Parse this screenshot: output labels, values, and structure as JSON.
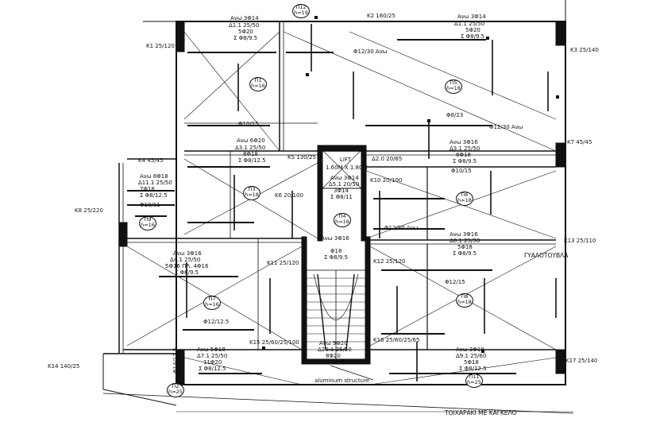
{
  "beams": {
    "k1": "K1 25/120",
    "k2": "K2 160/25",
    "k3": "K3 25/140",
    "k4": "K4 45/45",
    "k5": "K5 130/25",
    "k6": "K6 20/100",
    "k7": "K7 45/45",
    "k8": "K8 25/220",
    "k10": "K10 20/100",
    "k11": "K11 25/120",
    "k12": "K12 25/120",
    "k13": "K13 25/110",
    "k14": "K14 140/25",
    "k15": "K15 25/60/25/100",
    "k16": "K16 25/60/25/65",
    "k17": "K17 25/140"
  },
  "slabs": {
    "p1": {
      "name": "Π1",
      "h": "h=16"
    },
    "p2": {
      "name": "Π2",
      "h": "h=25"
    },
    "p3": {
      "name": "Π3",
      "h": "h=18"
    },
    "p4": {
      "name": "Π4",
      "h": "h=16"
    },
    "p5": {
      "name": "Π5",
      "h": "h=18"
    },
    "p6": {
      "name": "Π6",
      "h": "h=18"
    },
    "p7": {
      "name": "Π7",
      "h": "h=16"
    },
    "p8": {
      "name": "Π8",
      "h": "h=18"
    },
    "p9": {
      "name": "Π9",
      "h": "h=16"
    },
    "p11": {
      "name": "Π11",
      "h": "h=25"
    },
    "p12": {
      "name": "Π12",
      "h": "h=19"
    }
  },
  "reinforcement": {
    "top_l_1": "Ανω 3Φ14",
    "top_l_2": "Δ1.1  25/50",
    "top_l_3": "5Φ20",
    "top_l_4": "Σ Φ8/9.5",
    "top_r_1": "Ανω 3Φ14",
    "top_r_2": "Δ1.1  25/50",
    "top_r_3": "5Φ20",
    "top_r_4": "Σ Φ8/9.5",
    "mid_l_1": "Ανω 6Φ20",
    "mid_l_2": "Δ3.1  25/50",
    "mid_l_3": "8Φ18",
    "mid_l_4": "Σ Φ8/12.5",
    "mid_r_1": "Ανω 3Φ16",
    "mid_r_2": "Δ3.1  25/50",
    "mid_r_3": "8Φ18",
    "mid_r_4": "Σ Φ8/9.5",
    "w_1": "Ανω 8Φ18",
    "w_2": "Δ11.1  25/50",
    "w_3": "7Φ18",
    "w_4": "Σ Φ8/12.5",
    "d41_1": "Ανω 3Φ16",
    "d41_2": "Δ4.1  25/50",
    "d41_3": "5Φ16 ΠΛ. 4Φ16",
    "d41_4": "Σ Φ8/9.5",
    "r2_1": "Ανω 3Φ16",
    "r2_2": "Δ8.1  25/50",
    "r2_3": "5Φ18",
    "r2_4": "Σ Φ8/9.5",
    "b_l_1": "Ανω 5Φ18",
    "b_l_2": "Δ7.1  25/50",
    "b_l_3": "11Φ20",
    "b_l_4": "Σ Φ8/12.5",
    "b_m_1": "Ανω 9Φ20",
    "b_m_2": "Δ20.1  25/50",
    "b_m_3": "8Φ20",
    "b_m_4": "Σ Φ8/12.5",
    "b_r_1": "Ανω 3Φ18",
    "b_r_2": "Δ9.1  25/60",
    "b_r_3": "5Φ18",
    "b_r_4": "Σ Φ8/12.5",
    "lift_1": "Ανω 3Φ14",
    "lift_2": "Δ5.1  20/50",
    "lift_3": "3Φ14",
    "lift_4": "Σ Φ8/11",
    "stair_1": "Ανω 3Φ16",
    "stair_2": "Φ18",
    "stair_3": "Σ Φ8/9.5"
  },
  "bars": {
    "f10_15": "Φ10/15",
    "f12_30": "Φ12/30 Ανω",
    "f8_23": "Φ8/23",
    "f10_15b": "Φ10/15",
    "f12_15": "Φ12/15",
    "f12_12": "Φ12/12.5",
    "f12_30b": "Φ12/30 Ανω",
    "f12_30c": "Φ12/30 Ανω",
    "f10_11": "Φ10/11",
    "f14_12": "Φ14/12.5"
  },
  "lift": {
    "title": "LIFT",
    "size": "1.60M X 1.80M"
  },
  "notes": {
    "d20": "Δ2.0  20/65",
    "glass": "ΓΥΑΛΟΤΟΥΒΛΑ",
    "alu": "aluminum structure",
    "fence": "ΤΟΙΧΑΡΑΚΙ ΜΕ ΚΑΓΚΕΛΟ"
  }
}
